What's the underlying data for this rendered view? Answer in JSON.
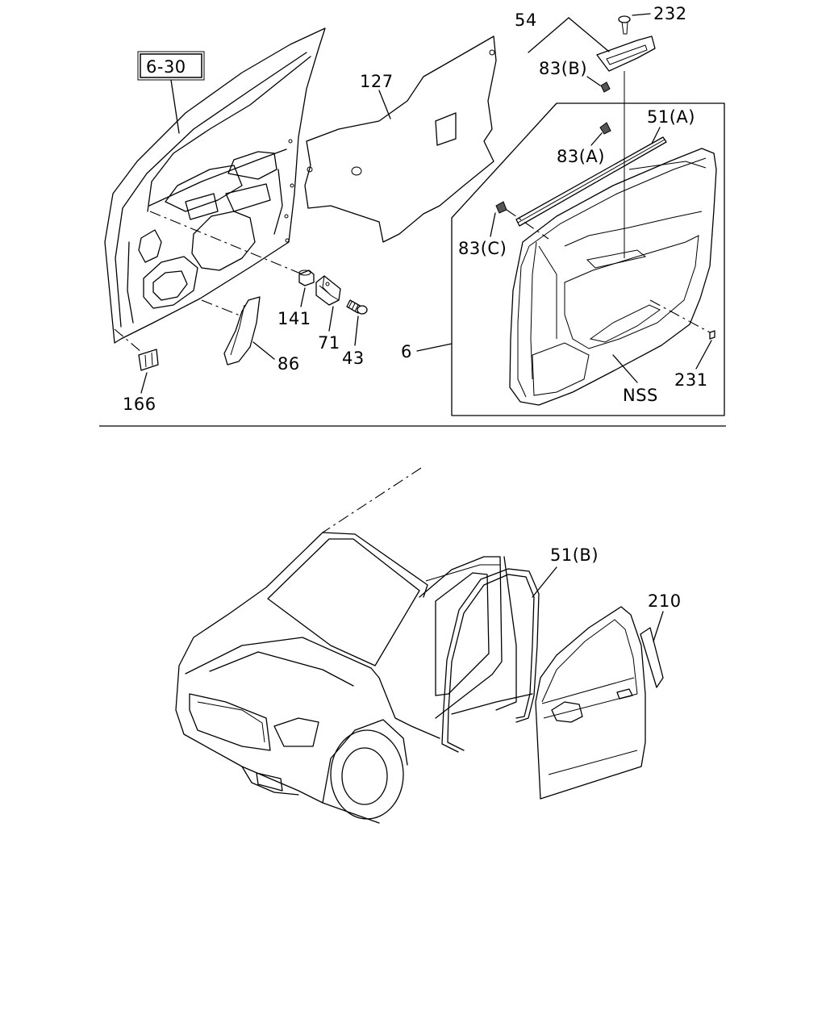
{
  "labels": {
    "ref_6_30": "6-30",
    "p127": "127",
    "p54": "54",
    "p232": "232",
    "p83b": "83(B)",
    "p51a": "51(A)",
    "p83a": "83(A)",
    "p83c": "83(C)",
    "p141": "141",
    "p71": "71",
    "p43": "43",
    "p86": "86",
    "p6": "6",
    "p231": "231",
    "nss": "NSS",
    "p166": "166",
    "p51b": "51(B)",
    "p210": "210"
  }
}
